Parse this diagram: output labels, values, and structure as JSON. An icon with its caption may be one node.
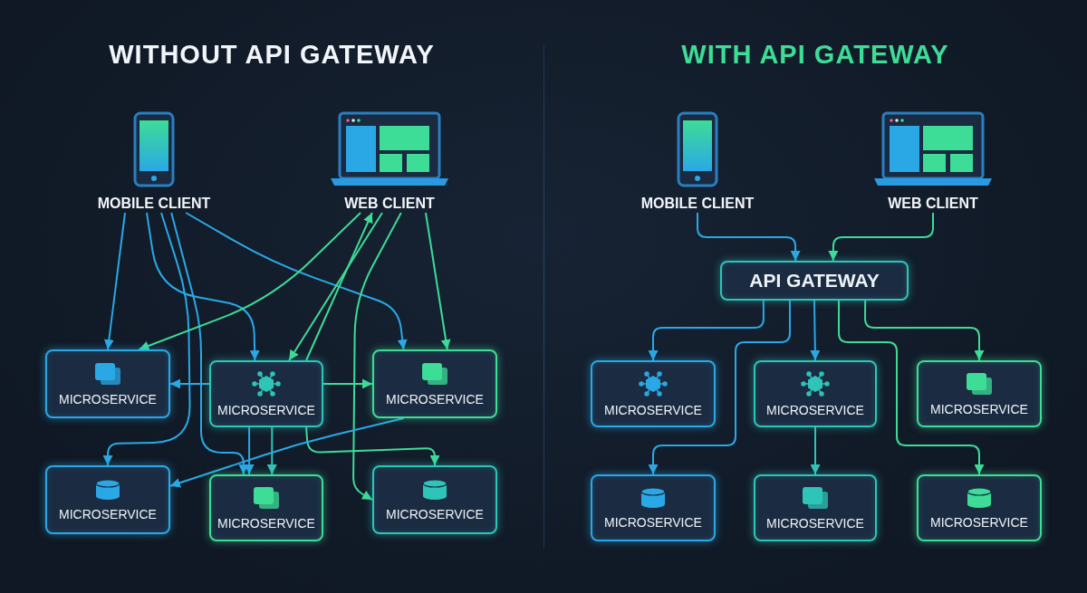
{
  "diagram": {
    "nodes": [
      {
        "text": [
          "MOBILE CLIENT"
        ]
      },
      {
        "text": [
          "WEB CLIENT"
        ]
      },
      {
        "text": [
          "MICROSERVICE"
        ]
      },
      {
        "text": [
          "MICROSERVICE"
        ]
      },
      {
        "text": [
          "MICROSERVICE"
        ]
      },
      {
        "text": [
          "MICROSERVICE"
        ]
      },
      {
        "text": [
          "MICROSERVICE"
        ]
      },
      {
        "text": [
          "MICROSERVICE"
        ]
      },
      {
        "text": [
          "MOBILE CLIENT"
        ]
      },
      {
        "text": [
          "WEB CLIENT"
        ]
      },
      {
        "text": [
          "API GATEWAY"
        ]
      },
      {
        "text": [
          "MICROSERVICE"
        ]
      },
      {
        "text": [
          "MICROSERVICE"
        ]
      },
      {
        "text": [
          "MICROSERVICE"
        ]
      },
      {
        "text": [
          "MICROSERVICE"
        ]
      },
      {
        "text": [
          "MICROSERVICE"
        ]
      },
      {
        "text": [
          "MICROSERVICE"
        ]
      }
    ],
    "edges": [
      {
        "from": 0,
        "to": 2,
        "arrow": "to"
      },
      {
        "from": 0,
        "to": 3,
        "arrow": "to"
      },
      {
        "from": 0,
        "to": 4,
        "arrow": "to"
      },
      {
        "from": 0,
        "to": 5,
        "arrow": "to"
      },
      {
        "from": 0,
        "to": 6,
        "arrow": "to"
      },
      {
        "from": 1,
        "to": 2,
        "arrow": "to",
        "color": "#3ddc97"
      },
      {
        "from": 1,
        "to": 3,
        "arrow": "to",
        "color": "#3ddc97"
      },
      {
        "from": 1,
        "to": 4,
        "arrow": "to",
        "color": "#3ddc97"
      },
      {
        "from": 1,
        "to": 7,
        "arrow": "to",
        "color": "#3ddc97"
      },
      {
        "from": 3,
        "to": 1,
        "arrow": "to",
        "color": "#3ddc97"
      },
      {
        "from": 3,
        "to": 2,
        "arrow": "to"
      },
      {
        "from": 3,
        "to": 4,
        "arrow": "to",
        "color": "#3ddc97"
      },
      {
        "from": 3,
        "to": 6,
        "arrow": "to"
      },
      {
        "from": 3,
        "to": 6,
        "arrow": "to",
        "color": "#2fc4b8"
      },
      {
        "from": 3,
        "to": 7,
        "arrow": "to",
        "color": "#3ddc97"
      },
      {
        "from": 4,
        "to": 5,
        "arrow": "to"
      },
      {
        "from": 8,
        "to": 10,
        "arrow": "to"
      },
      {
        "from": 9,
        "to": 10,
        "arrow": "to",
        "color": "#3ddc97"
      },
      {
        "from": 10,
        "to": 11,
        "arrow": "to"
      },
      {
        "from": 10,
        "to": 12,
        "arrow": "to"
      },
      {
        "from": 10,
        "to": 13,
        "arrow": "to",
        "color": "#3ddc97"
      },
      {
        "from": 10,
        "to": 14,
        "arrow": "to"
      },
      {
        "from": 10,
        "to": 16,
        "arrow": "to",
        "color": "#3ddc97"
      },
      {
        "from": 12,
        "to": 15,
        "arrow": "to",
        "color": "#2fc4b8"
      }
    ],
    "labels": [
      "WITHOUT API GATEWAY",
      "WITH API GATEWAY"
    ]
  }
}
